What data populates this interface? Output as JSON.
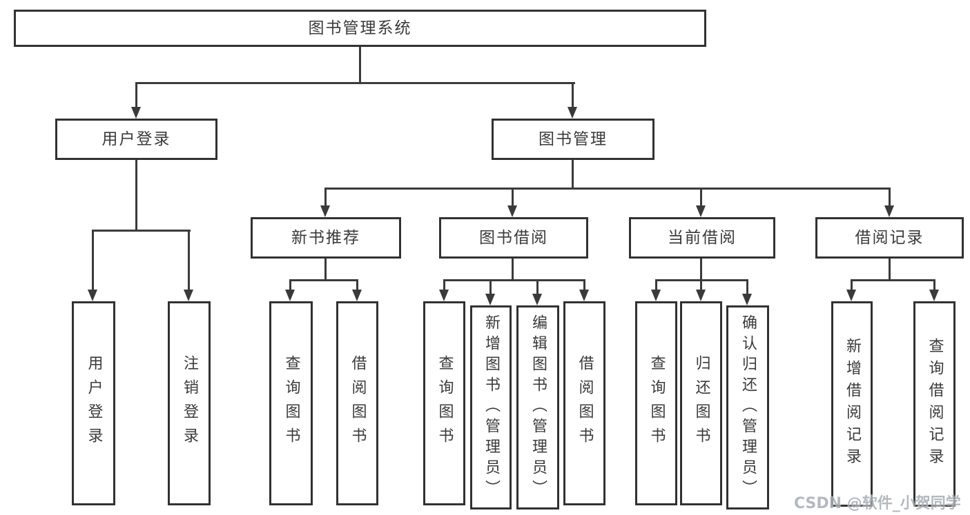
{
  "tree": {
    "root": {
      "label": "图书管理系统"
    },
    "user_login": {
      "label": "用户登录",
      "children": [
        {
          "label": "用户登录"
        },
        {
          "label": "注销登录"
        }
      ]
    },
    "book_management": {
      "label": "图书管理",
      "sections": [
        {
          "label": "新书推荐",
          "children": [
            {
              "label": "查询图书"
            },
            {
              "label": "借阅图书"
            }
          ]
        },
        {
          "label": "图书借阅",
          "children": [
            {
              "label": "查询图书"
            },
            {
              "label": "新增图书（管理员）"
            },
            {
              "label": "编辑图书（管理员）"
            },
            {
              "label": "借阅图书"
            }
          ]
        },
        {
          "label": "当前借阅",
          "children": [
            {
              "label": "查询图书"
            },
            {
              "label": "归还图书"
            },
            {
              "label": "确认归还（管理员）"
            }
          ]
        },
        {
          "label": "借阅记录",
          "children": [
            {
              "label": "新增借阅记录"
            },
            {
              "label": "查询借阅记录"
            }
          ]
        }
      ]
    }
  },
  "watermark": {
    "text": "CSDN @软件_小贺同学"
  },
  "colors": {
    "line": "#3a3a3a",
    "border": "#313131",
    "text": "#3a3a3a",
    "background": "#ffffff",
    "watermark": "#a8adb5"
  }
}
